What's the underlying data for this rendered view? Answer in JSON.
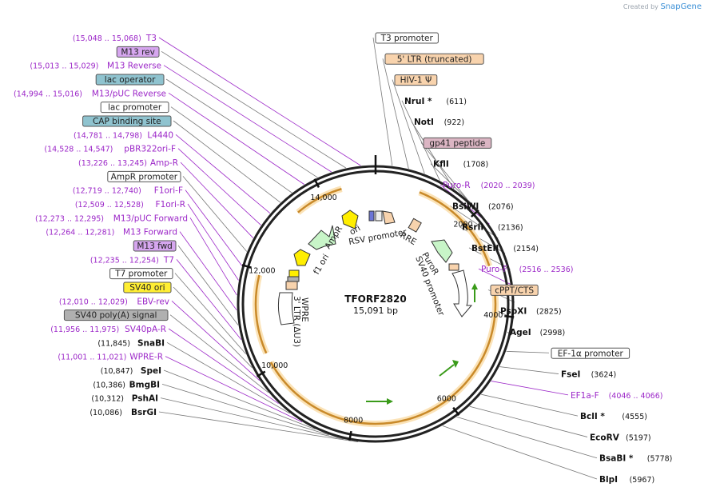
{
  "credit": {
    "created_by": "Created by",
    "brand": "SnapGene"
  },
  "plasmid": {
    "name": "TFORF2820",
    "length": "15,091 bp"
  },
  "ticks": [
    "2000",
    "4000",
    "6000",
    "8000",
    "10,000",
    "12,000",
    "14,000"
  ],
  "left_labels": [
    {
      "coord": "(15,048 .. 15,068)",
      "name": "T3",
      "style": "plain"
    },
    {
      "coord": "",
      "name": "M13 rev",
      "style": "box",
      "fill": "#d6a6ef"
    },
    {
      "coord": "(15,013 .. 15,029)",
      "name": "M13 Reverse",
      "style": "plain"
    },
    {
      "coord": "",
      "name": "lac operator",
      "style": "box",
      "fill": "#8fc3cf"
    },
    {
      "coord": "(14,994 .. 15,016)",
      "name": "M13/pUC Reverse",
      "style": "plain"
    },
    {
      "coord": "",
      "name": "lac promoter",
      "style": "box",
      "fill": "#ffffff"
    },
    {
      "coord": "",
      "name": "CAP binding site",
      "style": "box",
      "fill": "#8fc3cf"
    },
    {
      "coord": "(14,781 .. 14,798)",
      "name": "L4440",
      "style": "plain"
    },
    {
      "coord": "(14,528 .. 14,547)",
      "name": "pBR322ori-F",
      "style": "plain"
    },
    {
      "coord": "(13,226 .. 13,245)",
      "name": "Amp-R",
      "style": "plain"
    },
    {
      "coord": "",
      "name": "AmpR promoter",
      "style": "box",
      "fill": "#ffffff"
    },
    {
      "coord": "(12,719 .. 12,740)",
      "name": "F1ori-F",
      "style": "plain"
    },
    {
      "coord": "(12,509 .. 12,528)",
      "name": "F1ori-R",
      "style": "plain"
    },
    {
      "coord": "(12,273 .. 12,295)",
      "name": "M13/pUC Forward",
      "style": "plain"
    },
    {
      "coord": "(12,264 .. 12,281)",
      "name": "M13 Forward",
      "style": "plain"
    },
    {
      "coord": "",
      "name": "M13 fwd",
      "style": "box",
      "fill": "#d6a6ef"
    },
    {
      "coord": "(12,235 .. 12,254)",
      "name": "T7",
      "style": "plain"
    },
    {
      "coord": "",
      "name": "T7 promoter",
      "style": "box",
      "fill": "#ffffff"
    },
    {
      "coord": "",
      "name": "SV40 ori",
      "style": "box",
      "fill": "#ffee33"
    },
    {
      "coord": "(12,010 .. 12,029)",
      "name": "EBV-rev",
      "style": "plain"
    },
    {
      "coord": "",
      "name": "SV40 poly(A) signal",
      "style": "box",
      "fill": "#b0b0b0"
    },
    {
      "coord": "(11,956 .. 11,975)",
      "name": "SV40pA-R",
      "style": "plain"
    },
    {
      "coord": "(11,845)",
      "name": "SnaBI",
      "style": "enzyme"
    },
    {
      "coord": "(11,001 .. 11,021)",
      "name": "WPRE-R",
      "style": "plain"
    },
    {
      "coord": "(10,847)",
      "name": "SpeI",
      "style": "enzyme"
    },
    {
      "coord": "(10,386)",
      "name": "BmgBI",
      "style": "enzyme"
    },
    {
      "coord": "(10,312)",
      "name": "PshAI",
      "style": "enzyme"
    },
    {
      "coord": "(10,086)",
      "name": "BsrGI",
      "style": "enzyme"
    }
  ],
  "right_labels": [
    {
      "coord": "",
      "name": "T3 promoter",
      "style": "box",
      "fill": "#ffffff"
    },
    {
      "coord": "",
      "name": "5' LTR (truncated)",
      "style": "box",
      "fill": "#f8d3ad"
    },
    {
      "coord": "",
      "name": "HIV-1 Ψ",
      "style": "box",
      "fill": "#f8d3ad"
    },
    {
      "coord": "(611)",
      "name": "NruI *",
      "style": "enzyme"
    },
    {
      "coord": "(922)",
      "name": "NotI",
      "style": "enzyme"
    },
    {
      "coord": "",
      "name": "gp41 peptide",
      "style": "box",
      "fill": "#dbb5c3"
    },
    {
      "coord": "(1708)",
      "name": "KflI",
      "style": "enzyme"
    },
    {
      "coord": "(2020 .. 2039)",
      "name": "Puro-R",
      "style": "plain"
    },
    {
      "coord": "(2076)",
      "name": "BsiWI",
      "style": "enzyme"
    },
    {
      "coord": "(2136)",
      "name": "RsrII",
      "style": "enzyme"
    },
    {
      "coord": "(2154)",
      "name": "BstEII",
      "style": "enzyme"
    },
    {
      "coord": "(2516 .. 2536)",
      "name": "Puro-F",
      "style": "plain"
    },
    {
      "coord": "",
      "name": "cPPT/CTS",
      "style": "box",
      "fill": "#f8d3ad"
    },
    {
      "coord": "(2825)",
      "name": "PspXI",
      "style": "enzyme"
    },
    {
      "coord": "(2998)",
      "name": "AgeI",
      "style": "enzyme"
    },
    {
      "coord": "",
      "name": "EF-1α promoter",
      "style": "box",
      "fill": "#ffffff"
    },
    {
      "coord": "(3624)",
      "name": "FseI",
      "style": "enzyme"
    },
    {
      "coord": "(4046 .. 4066)",
      "name": "EF1a-F",
      "style": "plain"
    },
    {
      "coord": "(4555)",
      "name": "BclI *",
      "style": "enzyme"
    },
    {
      "coord": "(5197)",
      "name": "EcoRV",
      "style": "enzyme"
    },
    {
      "coord": "(5778)",
      "name": "BsaBI *",
      "style": "enzyme"
    },
    {
      "coord": "(5967)",
      "name": "BlpI",
      "style": "enzyme"
    }
  ],
  "inner_labels": [
    "AmpR",
    "ori",
    "RSV promoter",
    "RRE",
    "PuroR",
    "SV40 promoter",
    "f1 ori",
    "3' LTR (ΔU3)",
    "WPRE"
  ],
  "colors": {
    "primer": "#9c27c8",
    "backbone": "#222222",
    "insert": "#f0b35a",
    "arrow_yellow": "#ffee00",
    "arrow_green": "#c8f5c8"
  }
}
